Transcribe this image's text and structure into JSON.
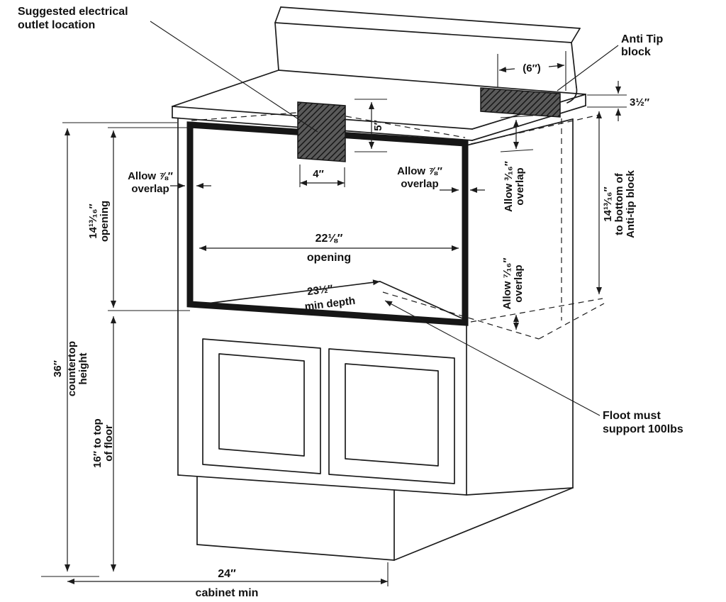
{
  "colors": {
    "ink": "#1c1c1c",
    "hatch_fill": "#5a5a5a",
    "paper": "#ffffff"
  },
  "labels": {
    "outlet": {
      "line1": "Suggested electrical",
      "line2": "outlet location"
    },
    "anti_tip": {
      "line1": "Anti Tip",
      "line2": "block"
    },
    "dim_6": "(6″)",
    "dim_3half": "3½″",
    "dim_5": "5″",
    "dim_4": "4″",
    "allow_left": {
      "line1": "Allow ⅞″",
      "line2": "overlap"
    },
    "allow_right": {
      "line1": "Allow ⅞″",
      "line2": "overlap"
    },
    "allow_316": {
      "line1": "Allow ³⁄₁₆″",
      "line2": "overlap"
    },
    "allow_716": {
      "line1": "Allow ⁷⁄₁₆″",
      "line2": "overlap"
    },
    "opening_width": {
      "line1": "22⅛″",
      "line2": "opening"
    },
    "opening_height": {
      "line1": "14¹³⁄₁₆″",
      "line2": "opening"
    },
    "min_depth": {
      "line1": "23½″",
      "line2": "min depth"
    },
    "anti_tip_height": {
      "line1": "14¹³⁄₁₆″",
      "line2": "to bottom of",
      "line3": "Anti-tip block"
    },
    "countertop_height": {
      "line1": "36″",
      "line2": "countertop",
      "line3": "height"
    },
    "floor_height": {
      "line1": "16″ to top",
      "line2": "of floor"
    },
    "cabinet_min": {
      "line1": "24″",
      "line2": "cabinet min"
    },
    "floor_support": {
      "line1": "Floot must",
      "line2": "support 100lbs"
    }
  }
}
